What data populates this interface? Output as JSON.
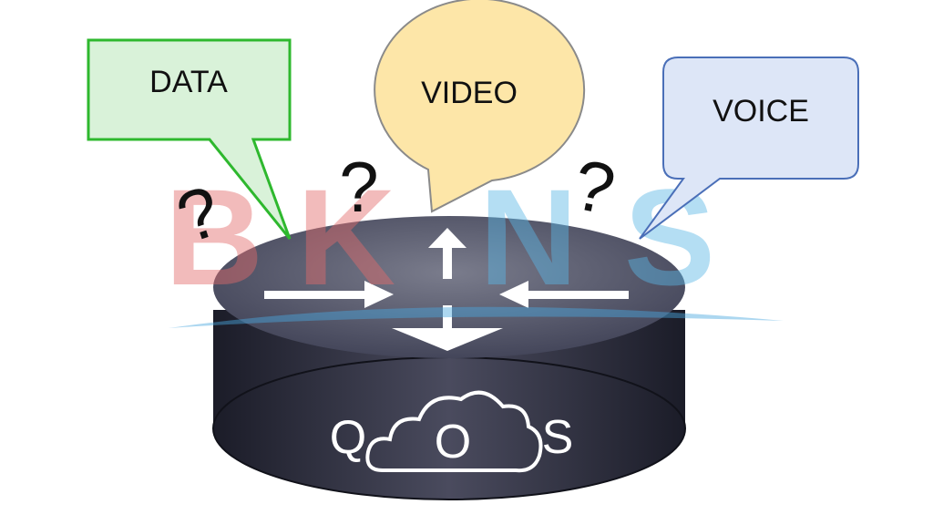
{
  "bubbles": {
    "data": {
      "label": "DATA",
      "fill": "#d9f2d9",
      "stroke": "#2eb82e"
    },
    "video": {
      "label": "VIDEO",
      "fill": "#fde6a8",
      "stroke": "#8a8a8a"
    },
    "voice": {
      "label": "VOICE",
      "fill": "#dde6f7",
      "stroke": "#4a6fb8"
    }
  },
  "question_mark": "?",
  "router": {
    "letters": [
      "Q",
      "O",
      "S"
    ],
    "body_color": "#2a2b3a",
    "top_color": "#5e6070"
  },
  "watermark": {
    "text": "BKNS",
    "colors": [
      "#e36b6b",
      "#e36b6b",
      "#5bb7e6",
      "#5bb7e6"
    ]
  }
}
